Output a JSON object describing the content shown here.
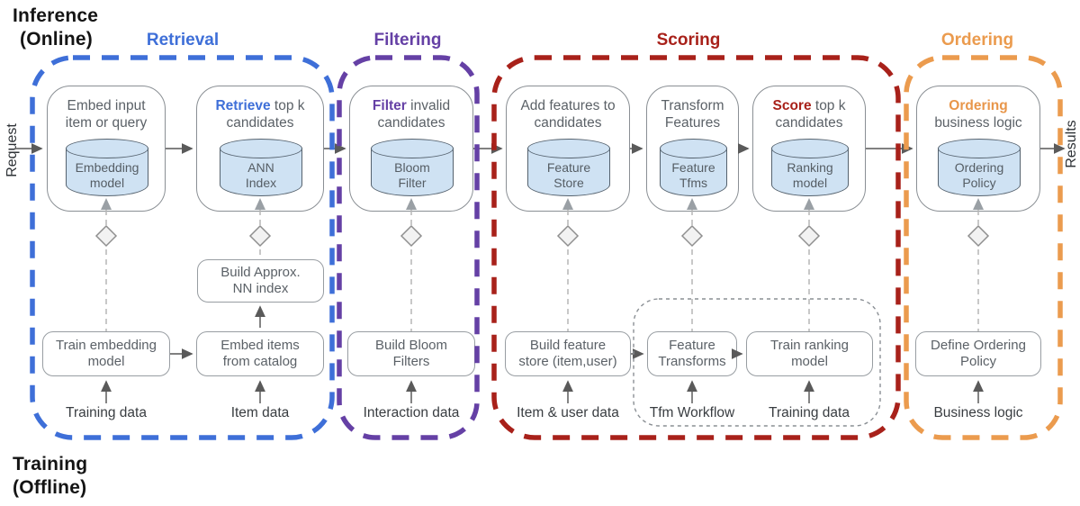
{
  "page": {
    "inference1": "Inference",
    "inference2": "(Online)",
    "training1": "Training",
    "training2": "(Offline)",
    "request": "Request",
    "results": "Results"
  },
  "colors": {
    "retrieval_blue": "#3e6fd8",
    "filtering_purple": "#6540a5",
    "scoring_red": "#a8211a",
    "ordering_orange": "#eb9b4e",
    "cylinder_fill": "#cfe2f3"
  },
  "sections": {
    "retrieval": {
      "title": "Retrieval"
    },
    "filtering": {
      "title": "Filtering"
    },
    "scoring": {
      "title": "Scoring"
    },
    "ordering": {
      "title": "Ordering"
    }
  },
  "online": [
    {
      "accent": "",
      "rest": "Embed input",
      "line2": "item or query",
      "cyl1": "Embedding",
      "cyl2": "model"
    },
    {
      "accent": "Retrieve",
      "rest": " top k",
      "line2": "candidates",
      "cyl1": "ANN",
      "cyl2": "Index"
    },
    {
      "accent": "Filter",
      "rest": " invalid",
      "line2": "candidates",
      "cyl1": "Bloom",
      "cyl2": "Filter"
    },
    {
      "accent": "",
      "rest": "Add features to",
      "line2": "candidates",
      "cyl1": "Feature",
      "cyl2": "Store"
    },
    {
      "accent": "",
      "rest": "Transform",
      "line2": "Features",
      "cyl1": "Feature",
      "cyl2": "Tfms"
    },
    {
      "accent": "Score",
      "rest": " top k",
      "line2": "candidates",
      "cyl1": "Ranking",
      "cyl2": "model"
    },
    {
      "accent": "Ordering",
      "rest": "",
      "line2": "business logic",
      "cyl1": "Ordering",
      "cyl2": "Policy"
    }
  ],
  "offline": [
    {
      "line1": "Train embedding",
      "line2": "model"
    },
    {
      "line1": "Embed items",
      "line2": "from catalog"
    },
    {
      "line1": "Build Approx.",
      "line2": "NN index"
    },
    {
      "line1": "Build Bloom",
      "line2": "Filters"
    },
    {
      "line1": "Build feature",
      "line2": "store (item,user)"
    },
    {
      "line1": "Feature",
      "line2": "Transforms"
    },
    {
      "line1": "Train ranking",
      "line2": "model"
    },
    {
      "line1": "Define Ordering",
      "line2": "Policy"
    }
  ],
  "inputs": [
    "Training data",
    "Item data",
    "Interaction data",
    "Item & user data",
    "Tfm Workflow",
    "Training data",
    "Business logic"
  ]
}
